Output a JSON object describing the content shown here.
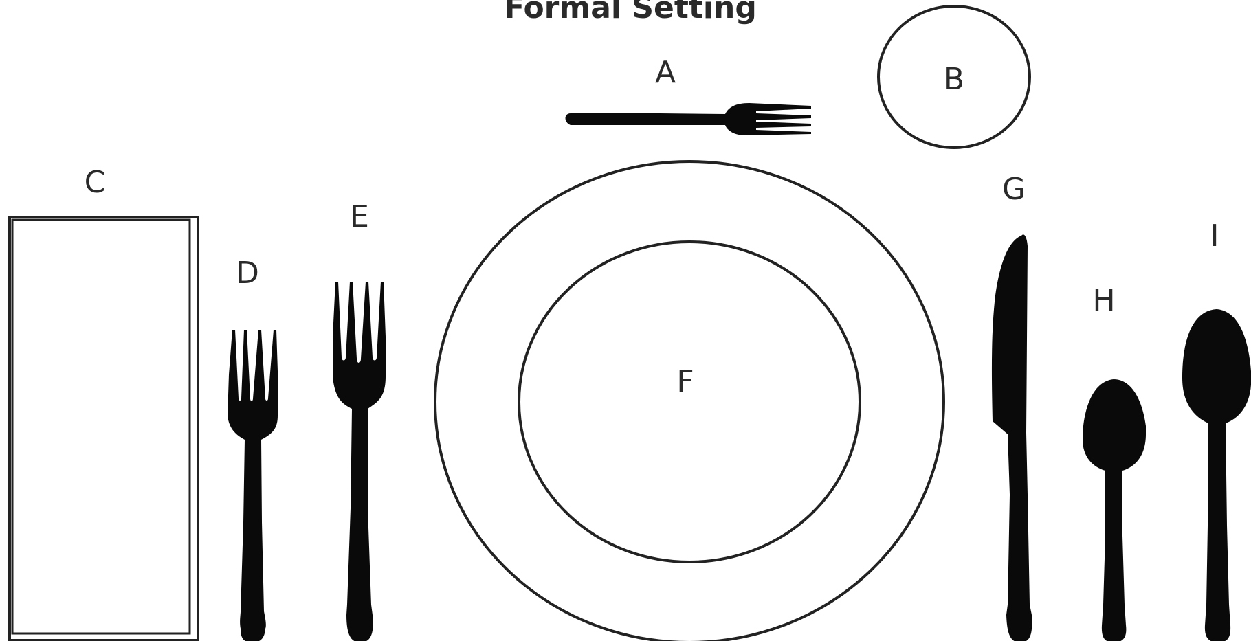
{
  "title": "Formal Setting",
  "labels": {
    "a": "A",
    "b": "B",
    "c": "C",
    "d": "D",
    "e": "E",
    "f": "F",
    "g": "G",
    "h": "H",
    "i": "I"
  },
  "colors": {
    "ink": "#2a2a2a",
    "silhouette": "#0a0a0a",
    "background": "#ffffff"
  }
}
